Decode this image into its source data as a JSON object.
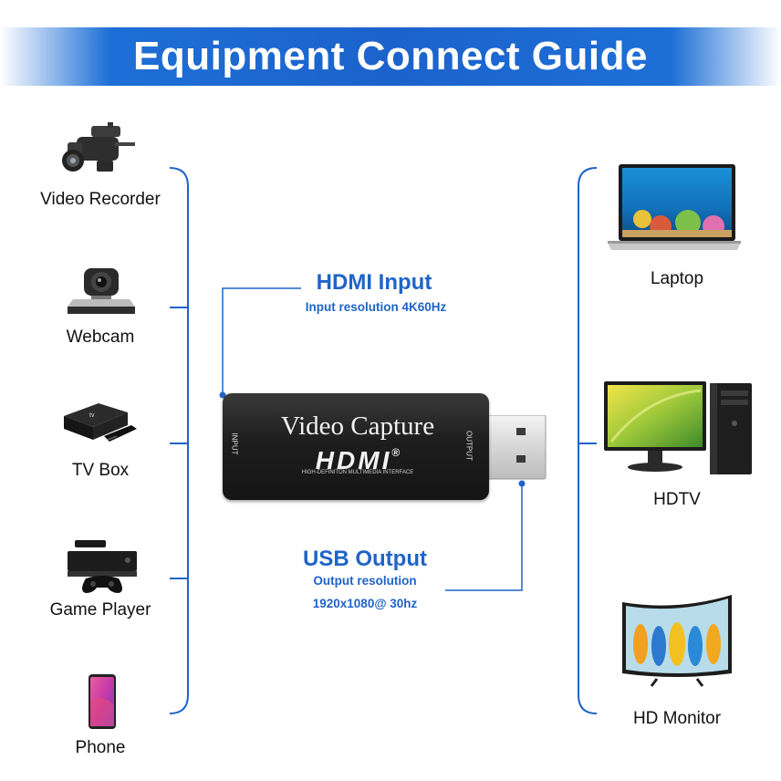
{
  "banner": {
    "title": "Equipment Connect Guide"
  },
  "inputs": [
    {
      "label": "Video Recorder",
      "icon": "video-camera-icon"
    },
    {
      "label": "Webcam",
      "icon": "webcam-icon"
    },
    {
      "label": "TV Box",
      "icon": "tv-box-icon"
    },
    {
      "label": "Game Player",
      "icon": "game-console-icon"
    },
    {
      "label": "Phone",
      "icon": "phone-icon"
    }
  ],
  "outputs": [
    {
      "label": "Laptop",
      "icon": "laptop-icon"
    },
    {
      "label": "HDTV",
      "icon": "desktop-pc-icon"
    },
    {
      "label": "HD Monitor",
      "icon": "curved-monitor-icon"
    }
  ],
  "hdmi_input": {
    "title": "HDMI Input",
    "subtitle": "Input resolution 4K60Hz"
  },
  "usb_output": {
    "title": "USB Output",
    "line1": "Output resolution",
    "line2": "1920x1080@ 30hz"
  },
  "device": {
    "title": "Video Capture",
    "logo": "HDMI",
    "logo_mark": "®",
    "tagline": "HIGH-DEFINITON MULTIMEDIA INTERFACE",
    "port_in": "INPUT",
    "port_out": "OUTPUT"
  },
  "colors": {
    "accent": "#1f64c7",
    "banner": "#1c62cc",
    "device": "#1d1d1d"
  }
}
